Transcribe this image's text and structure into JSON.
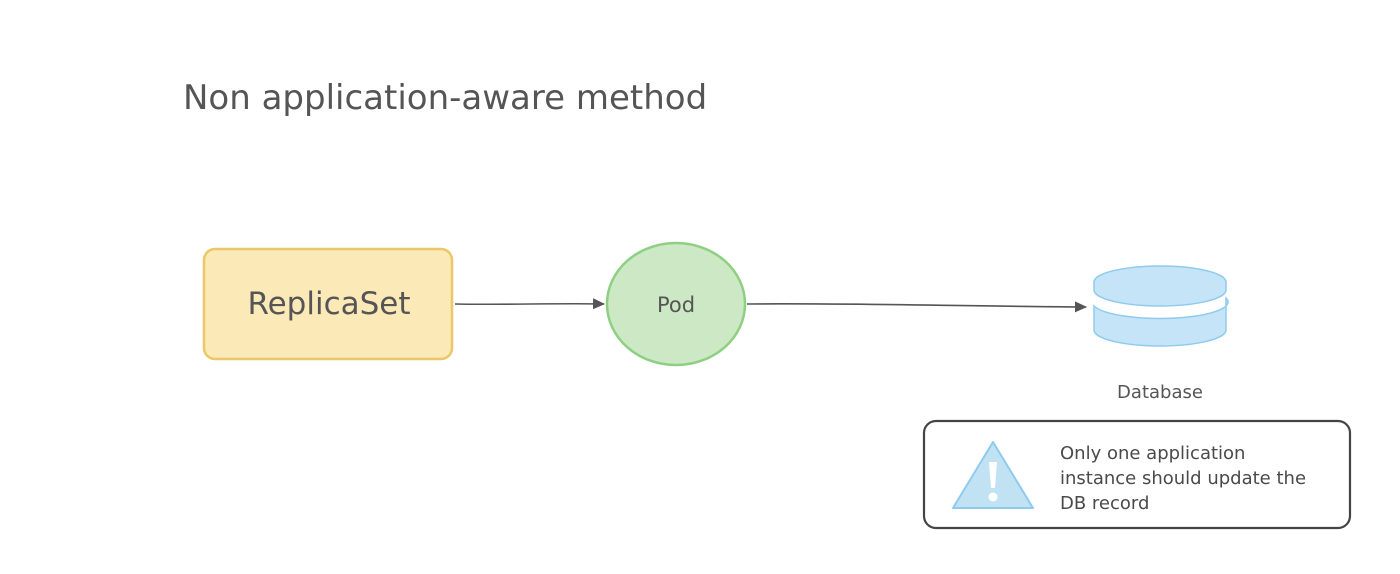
{
  "title": "Non application-aware method",
  "nodes": {
    "replicaset": {
      "label": "ReplicaSet",
      "fill": "#fbe9b8",
      "stroke": "#ecc66a"
    },
    "pod": {
      "label": "Pod",
      "fill": "#cde8c4",
      "stroke": "#8fcf83"
    },
    "database": {
      "label": "Database",
      "fill": "#c5e4f7",
      "stroke": "#8fcbee"
    }
  },
  "edges": [
    {
      "from": "replicaset",
      "to": "pod"
    },
    {
      "from": "pod",
      "to": "database"
    }
  ],
  "note": {
    "lines": [
      "Only one application",
      "instance should update the",
      "DB record"
    ],
    "icon": "warning-icon",
    "icon_fill": "#c0e2f3",
    "icon_stroke": "#8fcbee",
    "border": "#444444"
  },
  "colors": {
    "text": "#555555",
    "arrow": "#555555"
  }
}
